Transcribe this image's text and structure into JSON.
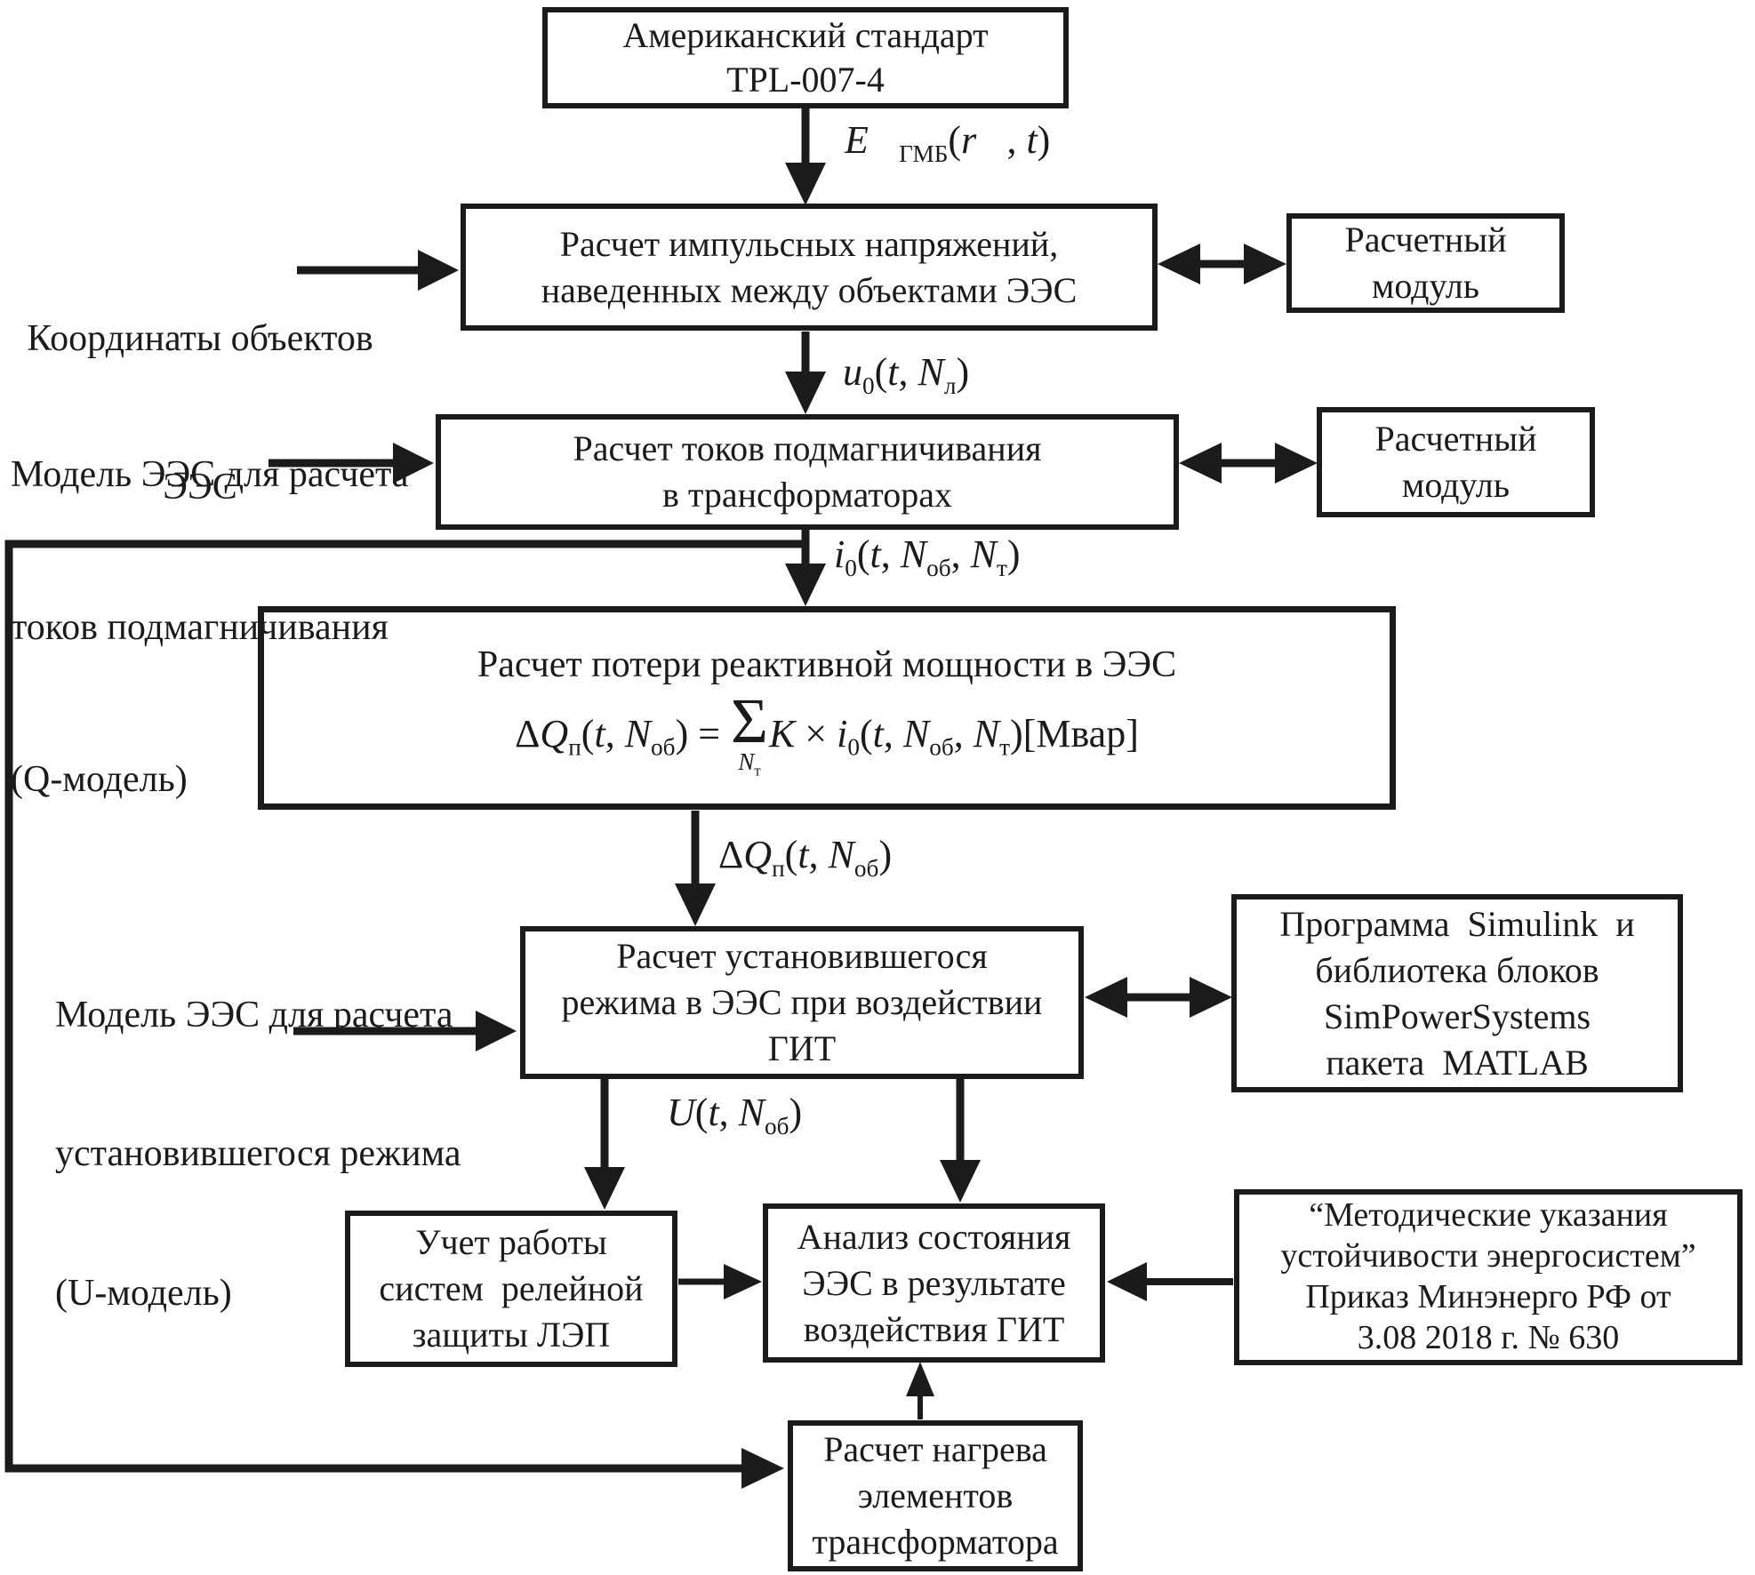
{
  "diagram": {
    "colors": {
      "ink": "#1b1b1b",
      "background": "#ffffff"
    },
    "boxes": {
      "standard": {
        "lines": [
          "Американский стандарт",
          "TPL-007-4"
        ]
      },
      "impulse": {
        "lines": [
          "Расчет импульсных напряжений,",
          "наведенных между объектами ЭЭС"
        ]
      },
      "module1": {
        "lines": [
          "Расчетный",
          "модуль"
        ]
      },
      "magnetization": {
        "lines": [
          "Расчет токов подмагничивания",
          "в трансформаторах"
        ]
      },
      "module2": {
        "lines": [
          "Расчетный",
          "модуль"
        ]
      },
      "reactive_power": {
        "title": "Расчет потери реактивной мощности в ЭЭС"
      },
      "steady_state": {
        "lines": [
          "Расчет установившегося",
          "режима в ЭЭС при воздействии",
          "ГИТ"
        ]
      },
      "simulink": {
        "lines": [
          "Программа  Simulink  и",
          "библиотека блоков",
          "SimPowerSystems",
          "пакета  MATLAB"
        ]
      },
      "relay": {
        "lines": [
          "Учет работы",
          "систем  релейной",
          "защиты ЛЭП"
        ]
      },
      "analysis": {
        "lines": [
          "Анализ состояния",
          "ЭЭС в результате",
          "воздействия ГИТ"
        ]
      },
      "guidelines": {
        "lines": [
          "“Методические указания",
          "устойчивости энергосистем”",
          "Приказ Минэнерго РФ от",
          "3.08 2018 г. № 630"
        ]
      },
      "heating": {
        "lines": [
          "Расчет нагрева",
          "элементов",
          "трансформатора"
        ]
      }
    },
    "inputs": {
      "coordinates": {
        "lines": [
          "Координаты объектов",
          "ЭЭС"
        ]
      },
      "q_model": {
        "lines": [
          "Модель ЭЭС для расчета",
          "токов подмагничивания",
          "(Q-модель)"
        ]
      },
      "u_model": {
        "lines": [
          "Модель ЭЭС для расчета",
          "установившегося режима",
          "(U-модель)"
        ]
      }
    },
    "formulas": {
      "e_field": [
        {
          "k": "i",
          "v": "E⃗"
        },
        {
          "k": "s",
          "v": "ГМБ"
        },
        {
          "k": "t",
          "v": "("
        },
        {
          "k": "i",
          "v": "r⃗"
        },
        {
          "k": "t",
          "v": ", "
        },
        {
          "k": "i",
          "v": "t"
        },
        {
          "k": "t",
          "v": ")"
        }
      ],
      "u0": [
        {
          "k": "i",
          "v": "u"
        },
        {
          "k": "s",
          "v": "0"
        },
        {
          "k": "t",
          "v": "("
        },
        {
          "k": "i",
          "v": "t"
        },
        {
          "k": "t",
          "v": ", "
        },
        {
          "k": "i",
          "v": "N"
        },
        {
          "k": "s",
          "v": "л"
        },
        {
          "k": "t",
          "v": ")"
        }
      ],
      "i0": [
        {
          "k": "i",
          "v": "i"
        },
        {
          "k": "s",
          "v": "0"
        },
        {
          "k": "t",
          "v": "("
        },
        {
          "k": "i",
          "v": "t"
        },
        {
          "k": "t",
          "v": ", "
        },
        {
          "k": "i",
          "v": "N"
        },
        {
          "k": "s",
          "v": "об"
        },
        {
          "k": "t",
          "v": ", "
        },
        {
          "k": "i",
          "v": "N"
        },
        {
          "k": "s",
          "v": "т"
        },
        {
          "k": "t",
          "v": ")"
        }
      ],
      "delta_q": [
        {
          "k": "t",
          "v": "Δ"
        },
        {
          "k": "i",
          "v": "Q"
        },
        {
          "k": "s",
          "v": "п"
        },
        {
          "k": "t",
          "v": "("
        },
        {
          "k": "i",
          "v": "t"
        },
        {
          "k": "t",
          "v": ", "
        },
        {
          "k": "i",
          "v": "N"
        },
        {
          "k": "s",
          "v": "об"
        },
        {
          "k": "t",
          "v": ")"
        }
      ],
      "u_out": [
        {
          "k": "i",
          "v": "U"
        },
        {
          "k": "t",
          "v": "("
        },
        {
          "k": "i",
          "v": "t"
        },
        {
          "k": "t",
          "v": ", "
        },
        {
          "k": "i",
          "v": "N"
        },
        {
          "k": "s",
          "v": "об"
        },
        {
          "k": "t",
          "v": ")"
        }
      ],
      "reactive_formula": [
        {
          "k": "t",
          "v": "Δ"
        },
        {
          "k": "i",
          "v": "Q"
        },
        {
          "k": "s",
          "v": "п"
        },
        {
          "k": "t",
          "v": "("
        },
        {
          "k": "i",
          "v": "t"
        },
        {
          "k": "t",
          "v": ", "
        },
        {
          "k": "i",
          "v": "N"
        },
        {
          "k": "s",
          "v": "об"
        },
        {
          "k": "t",
          "v": ") = "
        },
        {
          "k": "sum",
          "sigma": "Σ",
          "under": [
            {
              "k": "i",
              "v": "N"
            },
            {
              "k": "s",
              "v": "т"
            }
          ]
        },
        {
          "k": "i",
          "v": "K"
        },
        {
          "k": "t",
          "v": " × "
        },
        {
          "k": "i",
          "v": "i"
        },
        {
          "k": "s",
          "v": "0"
        },
        {
          "k": "t",
          "v": "("
        },
        {
          "k": "i",
          "v": "t"
        },
        {
          "k": "t",
          "v": ", "
        },
        {
          "k": "i",
          "v": "N"
        },
        {
          "k": "s",
          "v": "об"
        },
        {
          "k": "t",
          "v": ", "
        },
        {
          "k": "i",
          "v": "N"
        },
        {
          "k": "s",
          "v": "т"
        },
        {
          "k": "t",
          "v": ")[Мвар]"
        }
      ]
    }
  }
}
